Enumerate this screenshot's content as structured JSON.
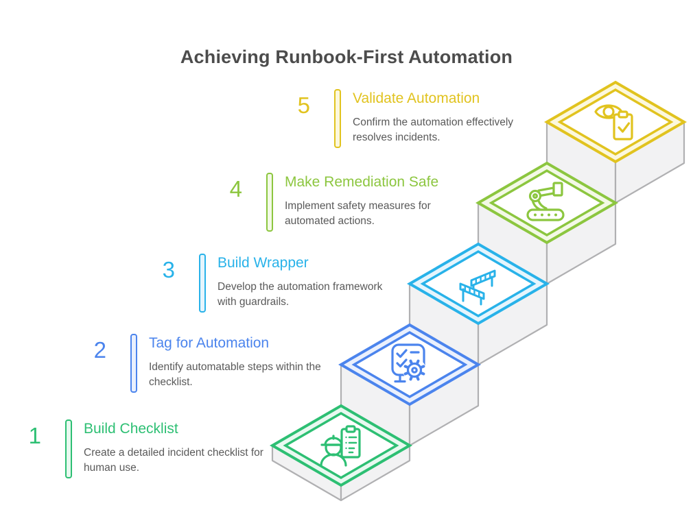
{
  "title": "Achieving Runbook-First Automation",
  "steps": [
    {
      "number": "1",
      "title": "Build Checklist",
      "description": "Create a detailed incident checklist for human use.",
      "color": "#2dbf73",
      "tint": "#e8f9f0",
      "icon": "worker-checklist-icon"
    },
    {
      "number": "2",
      "title": "Tag for Automation",
      "description": "Identify automatable steps within the checklist.",
      "color": "#4b84ed",
      "tint": "#eaf0fd",
      "icon": "tasks-gear-icon"
    },
    {
      "number": "3",
      "title": "Build Wrapper",
      "description": "Develop the automation framework with guardrails.",
      "color": "#28b2e9",
      "tint": "#e5f5fd",
      "icon": "guardrails-icon"
    },
    {
      "number": "4",
      "title": "Make Remediation Safe",
      "description": "Implement safety measures for automated actions.",
      "color": "#8cc63f",
      "tint": "#f3f9e6",
      "icon": "robot-arm-icon"
    },
    {
      "number": "5",
      "title": "Validate Automation",
      "description": "Confirm the automation effectively resolves incidents.",
      "color": "#e1c31f",
      "tint": "#fcf8dd",
      "icon": "eye-clipboard-icon"
    }
  ],
  "colors": {
    "title_text": "#4c4c4c",
    "description_text": "#595959",
    "wall_fill": "#f2f2f3",
    "wall_stroke": "#b0b0b2",
    "background": "#ffffff"
  }
}
